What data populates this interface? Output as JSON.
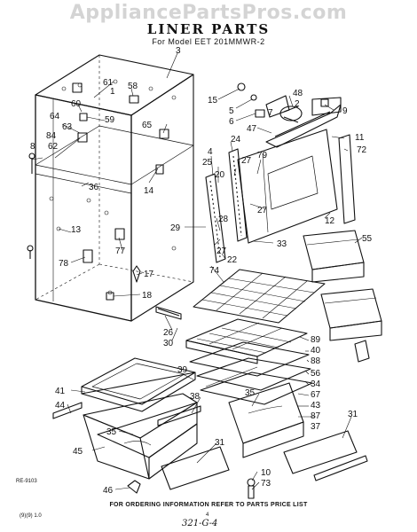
{
  "watermark": "AppliancePartsPros.com",
  "title": "LINER PARTS",
  "subtitle": "For Model EET 201MMWR-2",
  "footer": "FOR ORDERING INFORMATION REFER TO PARTS PRICE LIST",
  "footer_left": "(9)(9) 1.0",
  "page_number": "4",
  "side_code": "RE-9103",
  "handwritten_note": "321-G-4",
  "callouts": [
    {
      "id": "c3",
      "text": "3"
    },
    {
      "id": "c61",
      "text": "61"
    },
    {
      "id": "c1",
      "text": "1"
    },
    {
      "id": "c58",
      "text": "58"
    },
    {
      "id": "c60",
      "text": "60"
    },
    {
      "id": "c59",
      "text": "59"
    },
    {
      "id": "c64",
      "text": "64"
    },
    {
      "id": "c63",
      "text": "63"
    },
    {
      "id": "c65",
      "text": "65"
    },
    {
      "id": "c8",
      "text": "8"
    },
    {
      "id": "c84",
      "text": "84"
    },
    {
      "id": "c62",
      "text": "62"
    },
    {
      "id": "c36",
      "text": "36"
    },
    {
      "id": "c14",
      "text": "14"
    },
    {
      "id": "c13",
      "text": "13"
    },
    {
      "id": "c78",
      "text": "78"
    },
    {
      "id": "c77",
      "text": "77"
    },
    {
      "id": "c17",
      "text": "17"
    },
    {
      "id": "c18",
      "text": "18"
    },
    {
      "id": "c15",
      "text": "15"
    },
    {
      "id": "c5",
      "text": "5"
    },
    {
      "id": "c6",
      "text": "6"
    },
    {
      "id": "c48",
      "text": "48"
    },
    {
      "id": "c2",
      "text": "2"
    },
    {
      "id": "c9",
      "text": "9"
    },
    {
      "id": "c7",
      "text": "7"
    },
    {
      "id": "c47",
      "text": "47"
    },
    {
      "id": "c11",
      "text": "11"
    },
    {
      "id": "c72",
      "text": "72"
    },
    {
      "id": "c24",
      "text": "24"
    },
    {
      "id": "c4",
      "text": "4"
    },
    {
      "id": "c27a",
      "text": "27"
    },
    {
      "id": "c79",
      "text": "79"
    },
    {
      "id": "c25",
      "text": "25"
    },
    {
      "id": "c20",
      "text": "20"
    },
    {
      "id": "c27b",
      "text": "27"
    },
    {
      "id": "c12",
      "text": "12"
    },
    {
      "id": "c29",
      "text": "29"
    },
    {
      "id": "c28",
      "text": "28"
    },
    {
      "id": "c27c",
      "text": "27"
    },
    {
      "id": "c22",
      "text": "22"
    },
    {
      "id": "c33",
      "text": "33"
    },
    {
      "id": "c55",
      "text": "55"
    },
    {
      "id": "c74",
      "text": "74"
    },
    {
      "id": "c26",
      "text": "26"
    },
    {
      "id": "c30",
      "text": "30"
    },
    {
      "id": "c89",
      "text": "89"
    },
    {
      "id": "c40",
      "text": "40"
    },
    {
      "id": "c88",
      "text": "88"
    },
    {
      "id": "c56",
      "text": "56"
    },
    {
      "id": "c34",
      "text": "34"
    },
    {
      "id": "c67",
      "text": "67"
    },
    {
      "id": "c43",
      "text": "43"
    },
    {
      "id": "c87",
      "text": "87"
    },
    {
      "id": "c37",
      "text": "37"
    },
    {
      "id": "c39",
      "text": "39"
    },
    {
      "id": "c41",
      "text": "41"
    },
    {
      "id": "c44",
      "text": "44"
    },
    {
      "id": "c35a",
      "text": "35"
    },
    {
      "id": "c35b",
      "text": "35"
    },
    {
      "id": "c38",
      "text": "38"
    },
    {
      "id": "c45",
      "text": "45"
    },
    {
      "id": "c31a",
      "text": "31"
    },
    {
      "id": "c31b",
      "text": "31"
    },
    {
      "id": "c10",
      "text": "10"
    },
    {
      "id": "c73",
      "text": "73"
    },
    {
      "id": "c46",
      "text": "46"
    }
  ]
}
